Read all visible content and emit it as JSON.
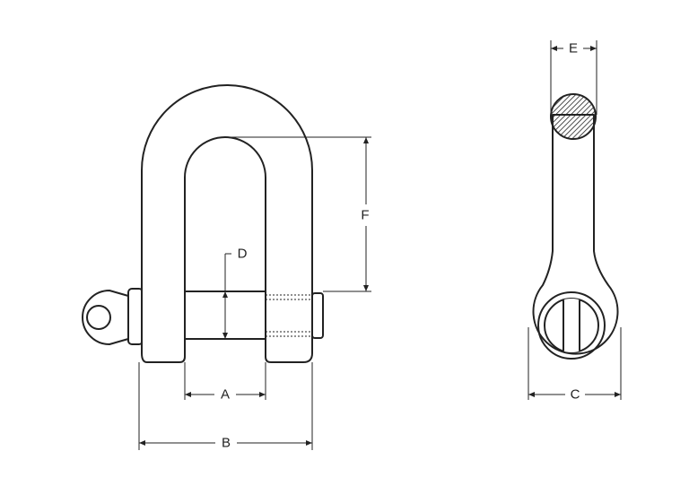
{
  "dimension_labels": {
    "A": "A",
    "B": "B",
    "C": "C",
    "D": "D",
    "E": "E",
    "F": "F"
  },
  "colors": {
    "line": "#222222",
    "background": "#ffffff"
  }
}
